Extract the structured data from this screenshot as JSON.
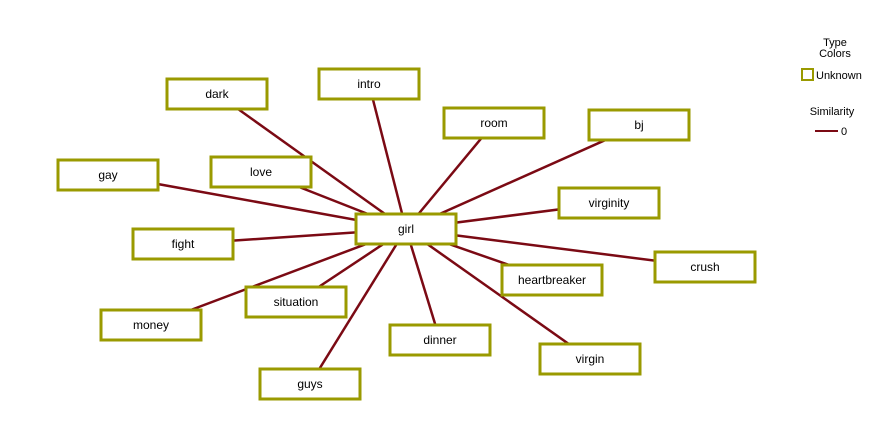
{
  "legend": {
    "type_colors_title": "Type\nColors",
    "type_unknown_label": "Unknown",
    "similarity_title": "Similarity",
    "similarity_value_label": "0"
  },
  "colors": {
    "node_border": "#9a9a00",
    "edge": "#7b0a14",
    "node_fill": "#ffffff"
  },
  "graph": {
    "center": "girl",
    "nodes": [
      "girl",
      "dark",
      "intro",
      "room",
      "bj",
      "gay",
      "love",
      "virginity",
      "fight",
      "crush",
      "heartbreaker",
      "situation",
      "money",
      "dinner",
      "virgin",
      "guys"
    ],
    "edges": [
      [
        "girl",
        "dark"
      ],
      [
        "girl",
        "intro"
      ],
      [
        "girl",
        "room"
      ],
      [
        "girl",
        "bj"
      ],
      [
        "girl",
        "gay"
      ],
      [
        "girl",
        "love"
      ],
      [
        "girl",
        "virginity"
      ],
      [
        "girl",
        "fight"
      ],
      [
        "girl",
        "crush"
      ],
      [
        "girl",
        "heartbreaker"
      ],
      [
        "girl",
        "situation"
      ],
      [
        "girl",
        "money"
      ],
      [
        "girl",
        "dinner"
      ],
      [
        "girl",
        "virgin"
      ],
      [
        "girl",
        "guys"
      ]
    ]
  }
}
